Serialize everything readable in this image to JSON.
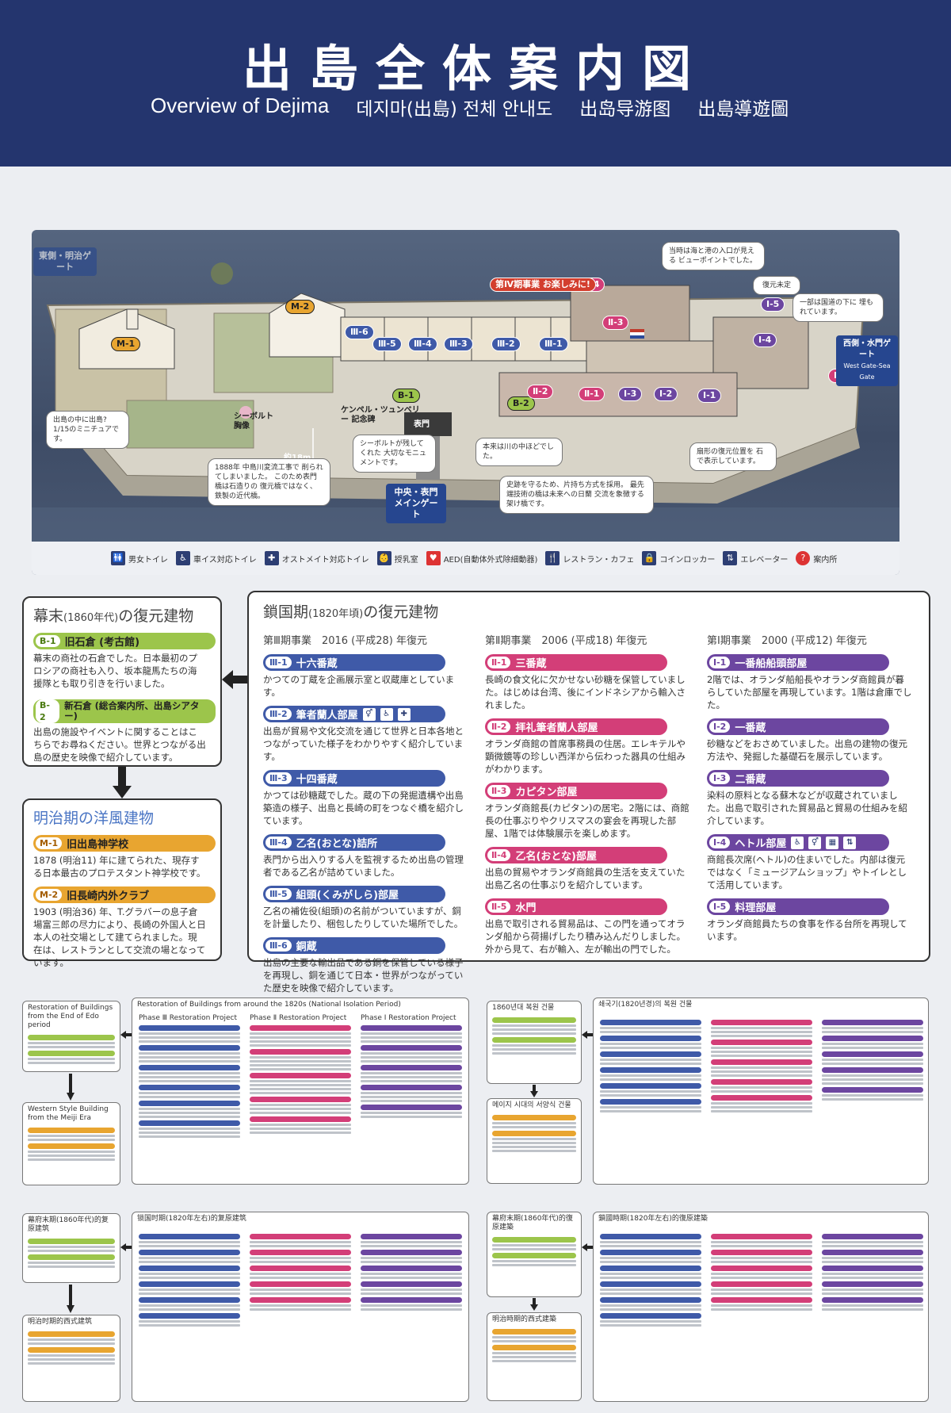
{
  "header": {
    "title": "出島全体案内図",
    "subtitles": [
      "Overview of Dejima",
      "데지마(出島) 전체 안내도",
      "出岛导游图",
      "出島導遊圖"
    ]
  },
  "map": {
    "gate_east": "東側・明治ゲート",
    "gate_west": "西側・水門ゲート",
    "gate_west_en": "West Gate-Sea Gate",
    "gate_main": "中央・表門 メインゲート",
    "omotemon": "表門",
    "tags": {
      "m1": "M-1",
      "m2": "M-2",
      "b1": "B-1",
      "b2": "B-2",
      "iii6": "Ⅲ-6",
      "iii5": "Ⅲ-5",
      "iii4": "Ⅲ-4",
      "iii3": "Ⅲ-3",
      "iii2": "Ⅲ-2",
      "iii1": "Ⅲ-1",
      "ii1": "Ⅱ-1",
      "ii2": "Ⅱ-2",
      "ii3": "Ⅱ-3",
      "ii4": "Ⅱ-4",
      "ii5": "Ⅱ-5",
      "i1": "Ⅰ-1",
      "i2": "Ⅰ-2",
      "i3": "Ⅰ-3",
      "i4": "Ⅰ-4",
      "i5": "Ⅰ-5",
      "iv": "第Ⅳ期事業 お楽しみに!"
    },
    "labels": {
      "siebold": "シーボルト 胸像",
      "kaempfer": "ケンペル・ツュンベリー 記念碑",
      "meters": "約18m"
    },
    "notes": {
      "entrance": "当時は海と港の入口が見える ビューポイントでした。",
      "unrestored": "復元未定",
      "national_road": "一部は国道の下に 埋もれています。",
      "miniature": "出島の中に出島? 1/15のミニチュアです。",
      "monument": "シーボルトが残してくれた 大切なモニュメントです。",
      "bridge_now": "本来は川の中ほどでした。",
      "fan_shape": "扇形の復元位置を 石で表示しています。",
      "omote_1888": "1888年 中島川変流工事で 削られてしまいました。 このため表門橋は石造りの 復元橋ではなく、鉄製の近代橋。",
      "history": "史跡を守るため、片持ち方式を採用。 最先端技術の橋は未来への日蘭 交流を象徴する架け橋です。"
    },
    "legend": [
      {
        "icon": "wc-icon",
        "glyph": "🚻",
        "label": "男女トイレ"
      },
      {
        "icon": "wheelchair-icon",
        "glyph": "♿",
        "label": "車イス対応トイレ"
      },
      {
        "icon": "ostomate-icon",
        "glyph": "✚",
        "label": "オストメイト対応トイレ"
      },
      {
        "icon": "nursing-room-icon",
        "glyph": "👶",
        "label": "授乳室"
      },
      {
        "icon": "aed-icon",
        "glyph": "♥",
        "label": "AED(自動体外式除細動器)"
      },
      {
        "icon": "restaurant-icon",
        "glyph": "🍴",
        "label": "レストラン・カフェ"
      },
      {
        "icon": "coin-locker-icon",
        "glyph": "🔒",
        "label": "コインロッカー"
      },
      {
        "icon": "elevator-icon",
        "glyph": "⇅",
        "label": "エレベーター"
      },
      {
        "icon": "info-icon",
        "glyph": "?",
        "label": "案内所"
      }
    ]
  },
  "bakumatsu": {
    "title": "幕末",
    "title_small": "(1860年代)",
    "title_tail": "の復元建物",
    "items": [
      {
        "code": "B-1",
        "name": "旧石倉 (考古館)",
        "desc": "幕末の商社の石倉でした。日本最初のプロシアの商社も入り、坂本龍馬たちの海援隊とも取り引きを行いました。"
      },
      {
        "code": "B-2",
        "name": "新石倉 (総合案内所、出島シアター)",
        "desc": "出島の施設やイベントに関することはこちらでお尋ねください。世界とつながる出島の歴史を映像で紹介しています。"
      }
    ]
  },
  "meiji": {
    "title": "明治期の洋風建物",
    "items": [
      {
        "code": "M-1",
        "name": "旧出島神学校",
        "desc": "1878 (明治11) 年に建てられた、現存する日本最古のプロテスタント神学校です。"
      },
      {
        "code": "M-2",
        "name": "旧長崎内外クラブ",
        "desc": "1903 (明治36) 年、T.グラバーの息子倉場富三郎の尽力により、長崎の外国人と日本人の社交場として建てられました。現在は、レストランとして交流の場となっています。"
      }
    ]
  },
  "sakoku": {
    "title": "鎖国期",
    "title_small": "(1820年頃)",
    "title_tail": "の復元建物",
    "phase3": {
      "head": "第Ⅲ期事業　2016 (平成28) 年復元",
      "items": [
        {
          "code": "Ⅲ-1",
          "name": "十六番蔵",
          "desc": "かつての丁蔵を企画展示室と収蔵庫としています。"
        },
        {
          "code": "Ⅲ-2",
          "name": "筆者蘭人部屋",
          "desc": "出島が貿易や文化交流を通じて世界と日本各地とつながっていた様子をわかりやすく紹介しています。"
        },
        {
          "code": "Ⅲ-3",
          "name": "十四番蔵",
          "desc": "かつては砂糖蔵でした。蔵の下の発掘遺構や出島築造の様子、出島と長崎の町をつなぐ橋を紹介しています。"
        },
        {
          "code": "Ⅲ-4",
          "name": "乙名(おとな)詰所",
          "desc": "表門から出入りする人を監視するため出島の管理者である乙名が詰めていました。"
        },
        {
          "code": "Ⅲ-5",
          "name": "組頭(くみがしら)部屋",
          "desc": "乙名の補佐役(組頭)の名前がついていますが、銅を計量したり、梱包したりしていた場所でした。"
        },
        {
          "code": "Ⅲ-6",
          "name": "銅蔵",
          "desc": "出島の主要な輸出品である銅を保管している様子を再現し、銅を通じて日本・世界がつながっていた歴史を映像で紹介しています。"
        }
      ]
    },
    "phase2": {
      "head": "第Ⅱ期事業　2006 (平成18) 年復元",
      "items": [
        {
          "code": "Ⅱ-1",
          "name": "三番蔵",
          "desc": "長崎の食文化に欠かせない砂糖を保管していました。はじめは台湾、後にインドネシアから輸入されました。"
        },
        {
          "code": "Ⅱ-2",
          "name": "拝礼筆者蘭人部屋",
          "desc": "オランダ商館の首席事務員の住居。エレキテルや顕微鏡等の珍しい西洋から伝わった器具の仕組みがわかります。"
        },
        {
          "code": "Ⅱ-3",
          "name": "カピタン部屋",
          "desc": "オランダ商館長(カピタン)の居宅。2階には、商館長の仕事ぶりやクリスマスの宴会を再現した部屋、1階では体験展示を楽しめます。"
        },
        {
          "code": "Ⅱ-4",
          "name": "乙名(おとな)部屋",
          "desc": "出島の貿易やオランダ商館員の生活を支えていた出島乙名の仕事ぶりを紹介しています。"
        },
        {
          "code": "Ⅱ-5",
          "name": "水門",
          "desc": "出島で取引される貿易品は、この門を通ってオランダ船から荷揚げしたり積み込んだりしました。外から見て、右が輸入、左が輸出の門でした。"
        }
      ]
    },
    "phase1": {
      "head": "第Ⅰ期事業　2000 (平成12) 年復元",
      "items": [
        {
          "code": "Ⅰ-1",
          "name": "一番船船頭部屋",
          "desc": "2階では、オランダ船船長やオランダ商館員が暮らしていた部屋を再現しています。1階は倉庫でした。"
        },
        {
          "code": "Ⅰ-2",
          "name": "一番蔵",
          "desc": "砂糖などをおさめていました。出島の建物の復元方法や、発掘した基礎石を展示しています。"
        },
        {
          "code": "Ⅰ-3",
          "name": "二番蔵",
          "desc": "染料の原料となる蘇木などが収蔵されていました。出島で取引された貿易品と貿易の仕組みを紹介しています。"
        },
        {
          "code": "Ⅰ-4",
          "name": "ヘトル部屋",
          "desc": "商館長次席(ヘトル)の住まいでした。内部は復元ではなく「ミュージアムショップ」やトイレとして活用しています。"
        },
        {
          "code": "Ⅰ-5",
          "name": "料理部屋",
          "desc": "オランダ商館員たちの食事を作る台所を再現しています。"
        }
      ]
    }
  },
  "minis": {
    "en_edo": "Restoration of Buildings from the End of Edo period",
    "en_1820": "Restoration of Buildings from around the 1820s (National Isolation Period)",
    "en_western": "Western Style Building from the Meiji Era",
    "en_p3": "Phase Ⅲ Restoration Project",
    "en_p2": "Phase Ⅱ Restoration Project",
    "en_p1": "Phase Ⅰ Restoration Project",
    "ko_1860": "1860년대 복원 건물",
    "ko_sakoku": "쇄국기(1820년경)의 복원 건물",
    "ko_meiji": "메이지 시대의 서양식 건물",
    "zh_s_bakumatsu": "幕府末期(1860年代)的复原建筑",
    "zh_s_sakoku": "锁国时期(1820年左右)的复原建筑",
    "zh_s_meiji": "明治时期的西式建筑",
    "zh_t_bakumatsu": "幕府末期(1860年代)的復原建築",
    "zh_t_sakoku": "鎖國時期(1820年左右)的復原建築",
    "zh_t_meiji": "明治時期的西式建築"
  }
}
